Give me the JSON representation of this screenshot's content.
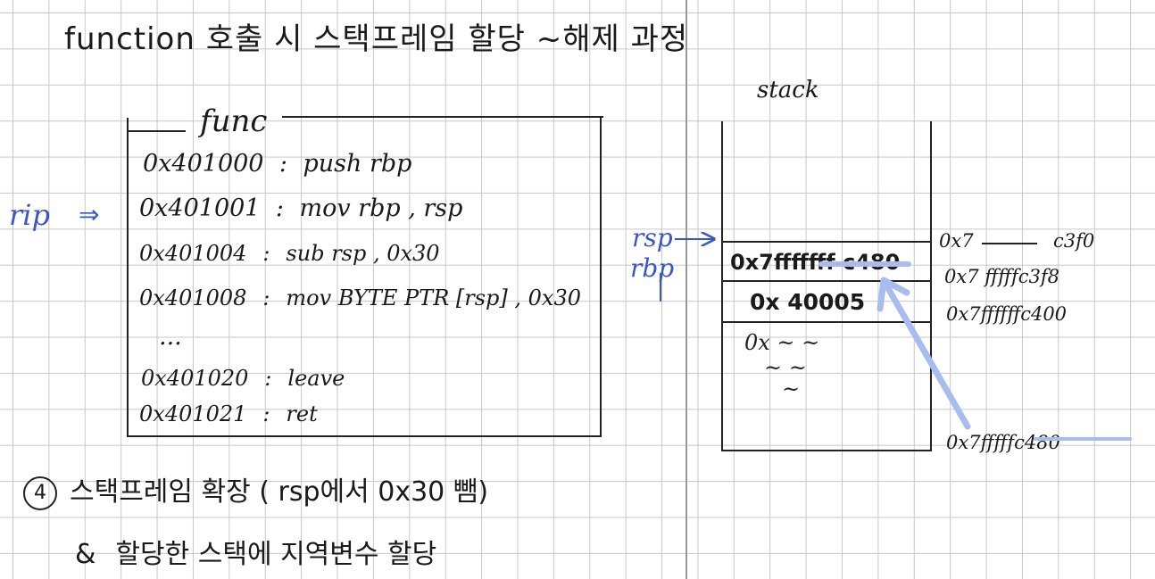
{
  "title": "function 호출 시 스택프레임 할당 ~해제 과정",
  "func": {
    "label": "func",
    "lines": [
      {
        "addr": "0x401000",
        "sep": ":",
        "instr": "push  rbp"
      },
      {
        "addr": "0x401001",
        "sep": ":",
        "instr": "mov  rbp , rsp"
      },
      {
        "addr": "0x401004",
        "sep": ":",
        "instr": "sub  rsp , 0x30"
      },
      {
        "addr": "0x401008",
        "sep": ":",
        "instr": "mov  BYTE PTR [rsp] , 0x30"
      },
      {
        "addr": "...",
        "sep": "",
        "instr": ""
      },
      {
        "addr": "0x401020",
        "sep": ":",
        "instr": "leave"
      },
      {
        "addr": "0x401021",
        "sep": ":",
        "instr": "ret"
      }
    ]
  },
  "rip": {
    "label": "rip",
    "arrow": "⇒"
  },
  "stack": {
    "label": "stack",
    "rsp_label": "rsp",
    "rbp_label": "rbp",
    "cells": [
      "0x7fffffff c480",
      "0x 40005",
      "0x ~ ~"
    ],
    "right_addrs": [
      "0x7",
      "c3f0",
      "0x7 fffffc3f8",
      "0x7ffffffc400",
      "0x7fffffc480"
    ]
  },
  "notes": [
    {
      "marker": "4",
      "text": "스택프레임 확장 ( rsp에서 0x30 뺌)"
    },
    {
      "marker": "&",
      "text": "할당한 스택에  지역변수 할당"
    }
  ],
  "colors": {
    "accent": "#3b57c4",
    "arrow_light": "#a9bcf0",
    "ink": "#1a1a1a"
  }
}
